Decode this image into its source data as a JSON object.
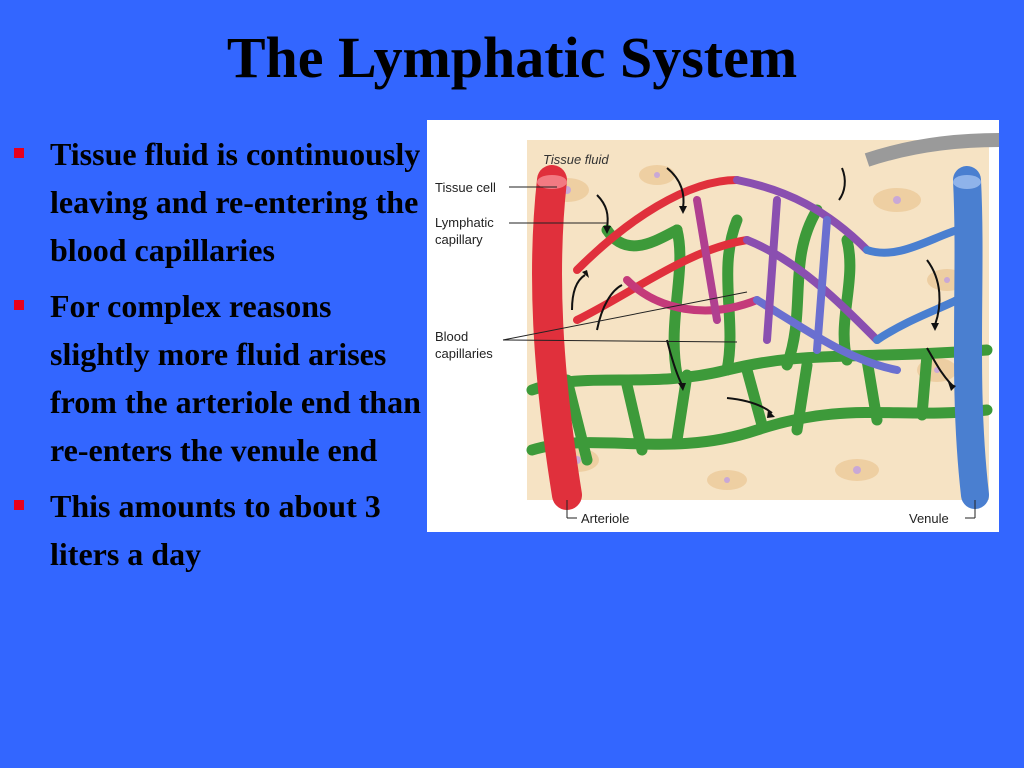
{
  "slide": {
    "title": "The Lymphatic System",
    "bullets": [
      "Tissue fluid is continuously leaving and re-entering the blood capillaries",
      "For complex reasons slightly more fluid arises from the arteriole end than re-enters the venule end",
      "This amounts to about 3 liters a day"
    ]
  },
  "figure": {
    "labels": {
      "tissue_fluid": "Tissue fluid",
      "tissue_cell": "Tissue cell",
      "lymphatic_line1": "Lymphatic",
      "lymphatic_line2": "capillary",
      "blood_line1": "Blood",
      "blood_line2": "capillaries",
      "arteriole": "Arteriole",
      "venule": "Venule"
    }
  },
  "colors": {
    "background": "#3366ff",
    "bullet": "#e8001c",
    "artery": "#e0303c",
    "vein": "#4a7fd0",
    "lymph": "#3d9a3a",
    "tissue": "#f3dcb8"
  }
}
